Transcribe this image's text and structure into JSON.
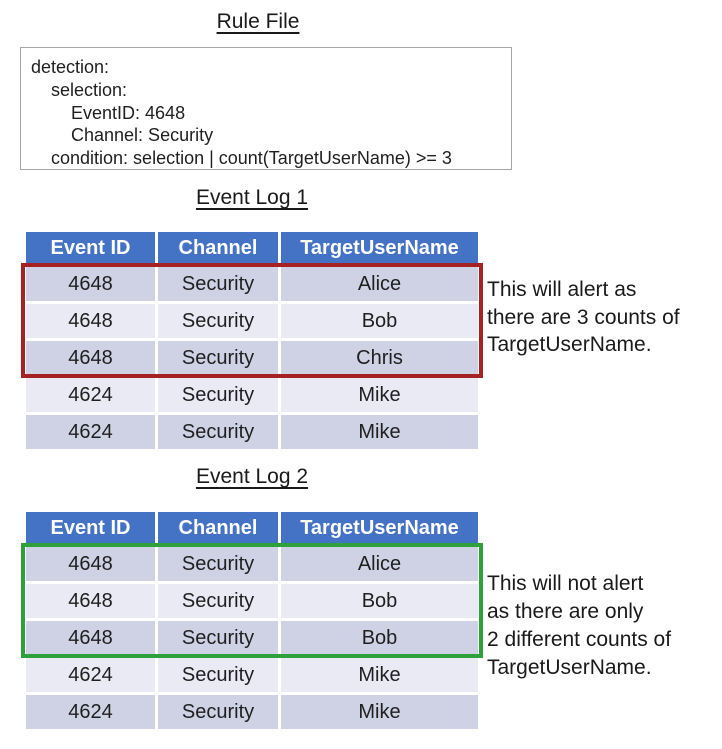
{
  "rule_file": {
    "title": "Rule File",
    "code": "detection:\n    selection:\n        EventID: 4648\n        Channel: Security\n    condition: selection | count(TargetUserName) >= 3"
  },
  "event_log_1": {
    "title": "Event Log 1",
    "headers": [
      "Event ID",
      "Channel",
      "TargetUserName"
    ],
    "rows": [
      [
        "4648",
        "Security",
        "Alice"
      ],
      [
        "4648",
        "Security",
        "Bob"
      ],
      [
        "4648",
        "Security",
        "Chris"
      ],
      [
        "4624",
        "Security",
        "Mike"
      ],
      [
        "4624",
        "Security",
        "Mike"
      ]
    ],
    "highlighted_rows": "1-3",
    "annotation": "This will alert as\nthere are 3 counts of\nTargetUserName."
  },
  "event_log_2": {
    "title": "Event Log 2",
    "headers": [
      "Event ID",
      "Channel",
      "TargetUserName"
    ],
    "rows": [
      [
        "4648",
        "Security",
        "Alice"
      ],
      [
        "4648",
        "Security",
        "Bob"
      ],
      [
        "4648",
        "Security",
        "Bob"
      ],
      [
        "4624",
        "Security",
        "Mike"
      ],
      [
        "4624",
        "Security",
        "Mike"
      ]
    ],
    "highlighted_rows": "1-3",
    "annotation": "This will not alert\nas there are only\n2 different counts of\nTargetUserName."
  },
  "colors": {
    "table_header_bg": "#4472C4",
    "table_header_text": "#ffffff",
    "row_band_dark": "#CFD2E4",
    "row_band_light": "#E9EAF4",
    "alert_highlight": "#A62121",
    "no_alert_highlight": "#2EA03C",
    "rule_box_border": "#a6a6a6"
  }
}
